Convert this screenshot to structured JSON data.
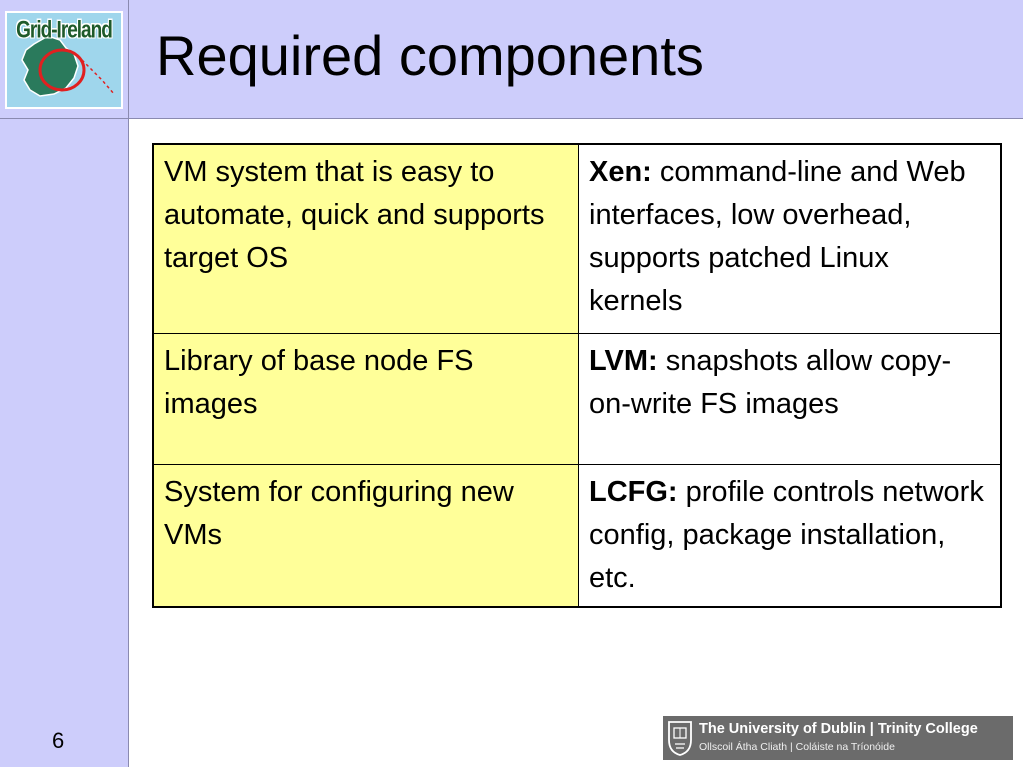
{
  "slide": {
    "title": "Required components",
    "page_number": "6"
  },
  "logo": {
    "text": "Grid-Ireland"
  },
  "table": {
    "rows": [
      {
        "requirement": "VM system that is easy to automate, quick and supports target OS",
        "solution_name": "Xen:",
        "solution_text": " command-line and Web interfaces, low overhead, supports patched Linux kernels"
      },
      {
        "requirement": "Library of base node FS images",
        "solution_name": "LVM:",
        "solution_text": " snapshots allow copy-on-write FS images"
      },
      {
        "requirement": "System for configuring new VMs",
        "solution_name": "LCFG:",
        "solution_text": " profile controls network config, package installation, etc."
      }
    ]
  },
  "footer": {
    "university_line1": "The University of Dublin | Trinity College",
    "university_line2": "Ollscoil Átha Cliath | Coláiste na Tríonóide"
  },
  "colors": {
    "band": "#cdcdfb",
    "requirement_cell": "#ffff99",
    "logo_text": "#1e5a2a",
    "footer_bg": "#6b6b6b"
  },
  "icons": {
    "logo_graphic": "ireland-map-icon",
    "crest": "trinity-crest-icon"
  }
}
